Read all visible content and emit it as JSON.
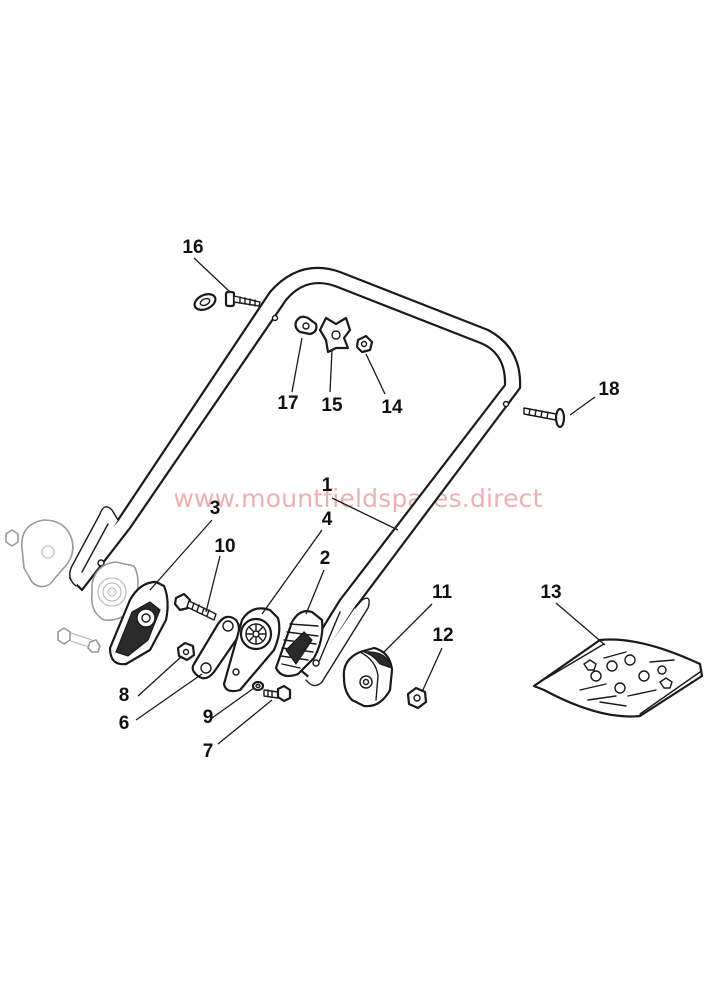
{
  "watermark": "www.mountfieldspares.direct",
  "callouts": [
    {
      "id": "c1",
      "label": "1"
    },
    {
      "id": "c2",
      "label": "2"
    },
    {
      "id": "c3",
      "label": "3"
    },
    {
      "id": "c4",
      "label": "4"
    },
    {
      "id": "c6",
      "label": "6"
    },
    {
      "id": "c7",
      "label": "7"
    },
    {
      "id": "c8",
      "label": "8"
    },
    {
      "id": "c9",
      "label": "9"
    },
    {
      "id": "c10",
      "label": "10"
    },
    {
      "id": "c11",
      "label": "11"
    },
    {
      "id": "c12",
      "label": "12"
    },
    {
      "id": "c13",
      "label": "13"
    },
    {
      "id": "c14",
      "label": "14"
    },
    {
      "id": "c15",
      "label": "15"
    },
    {
      "id": "c16",
      "label": "16"
    },
    {
      "id": "c17",
      "label": "17"
    },
    {
      "id": "c18",
      "label": "18"
    }
  ]
}
